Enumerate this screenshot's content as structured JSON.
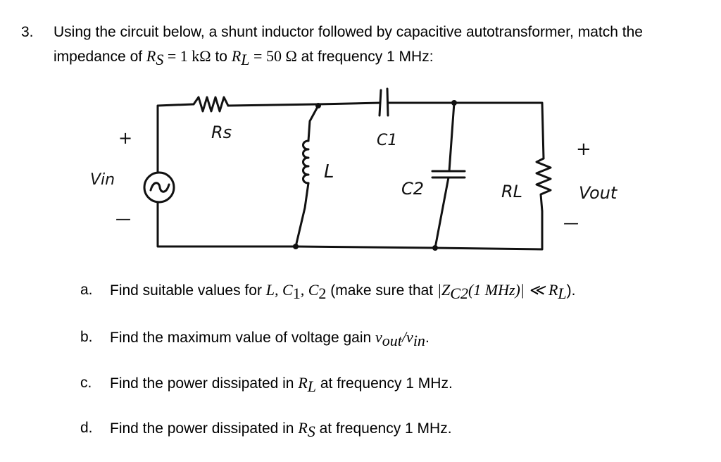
{
  "question": {
    "number": "3.",
    "line1": "Using the circuit below, a shunt inductor followed by capacitive autotransformer, match the",
    "line2_a": "impedance of ",
    "rs_sym": "R",
    "rs_sub": "S",
    "eq1": " = 1 kΩ",
    "to": " to ",
    "rl_sym": "R",
    "rl_sub": "L",
    "eq2": " = 50 Ω",
    "line2_b": " at frequency 1 MHz:"
  },
  "circuit": {
    "labels": {
      "plus_in": "+",
      "vin": "Vin",
      "minus_in": "—",
      "rs": "Rs",
      "l": "L",
      "c1": "C1",
      "c2": "C2",
      "rl": "RL",
      "plus_out": "+",
      "vout": "Vout",
      "minus_out": "—"
    }
  },
  "parts": {
    "a": {
      "letter": "a.",
      "text": "Find suitable values for ",
      "vars": "L, C",
      "s1": "1",
      "comma": ", C",
      "s2": "2",
      "paren": " (make sure that ",
      "abs": "|Z",
      "zsub": "C2",
      "freq": "(1 MHz)|",
      "ll": " ≪ R",
      "llsub": "L",
      "end": ")."
    },
    "b": {
      "letter": "b.",
      "text": "Find the maximum value of voltage gain ",
      "v1": "v",
      "v1sub": "out",
      "slash": "/v",
      "v2sub": "in",
      "end": "."
    },
    "c": {
      "letter": "c.",
      "text": "Find the power dissipated in ",
      "r": "R",
      "rsub": "L",
      "end": " at frequency 1 MHz."
    },
    "d": {
      "letter": "d.",
      "text": "Find the power dissipated in ",
      "r": "R",
      "rsub": "S",
      "end": " at frequency 1 MHz."
    }
  }
}
